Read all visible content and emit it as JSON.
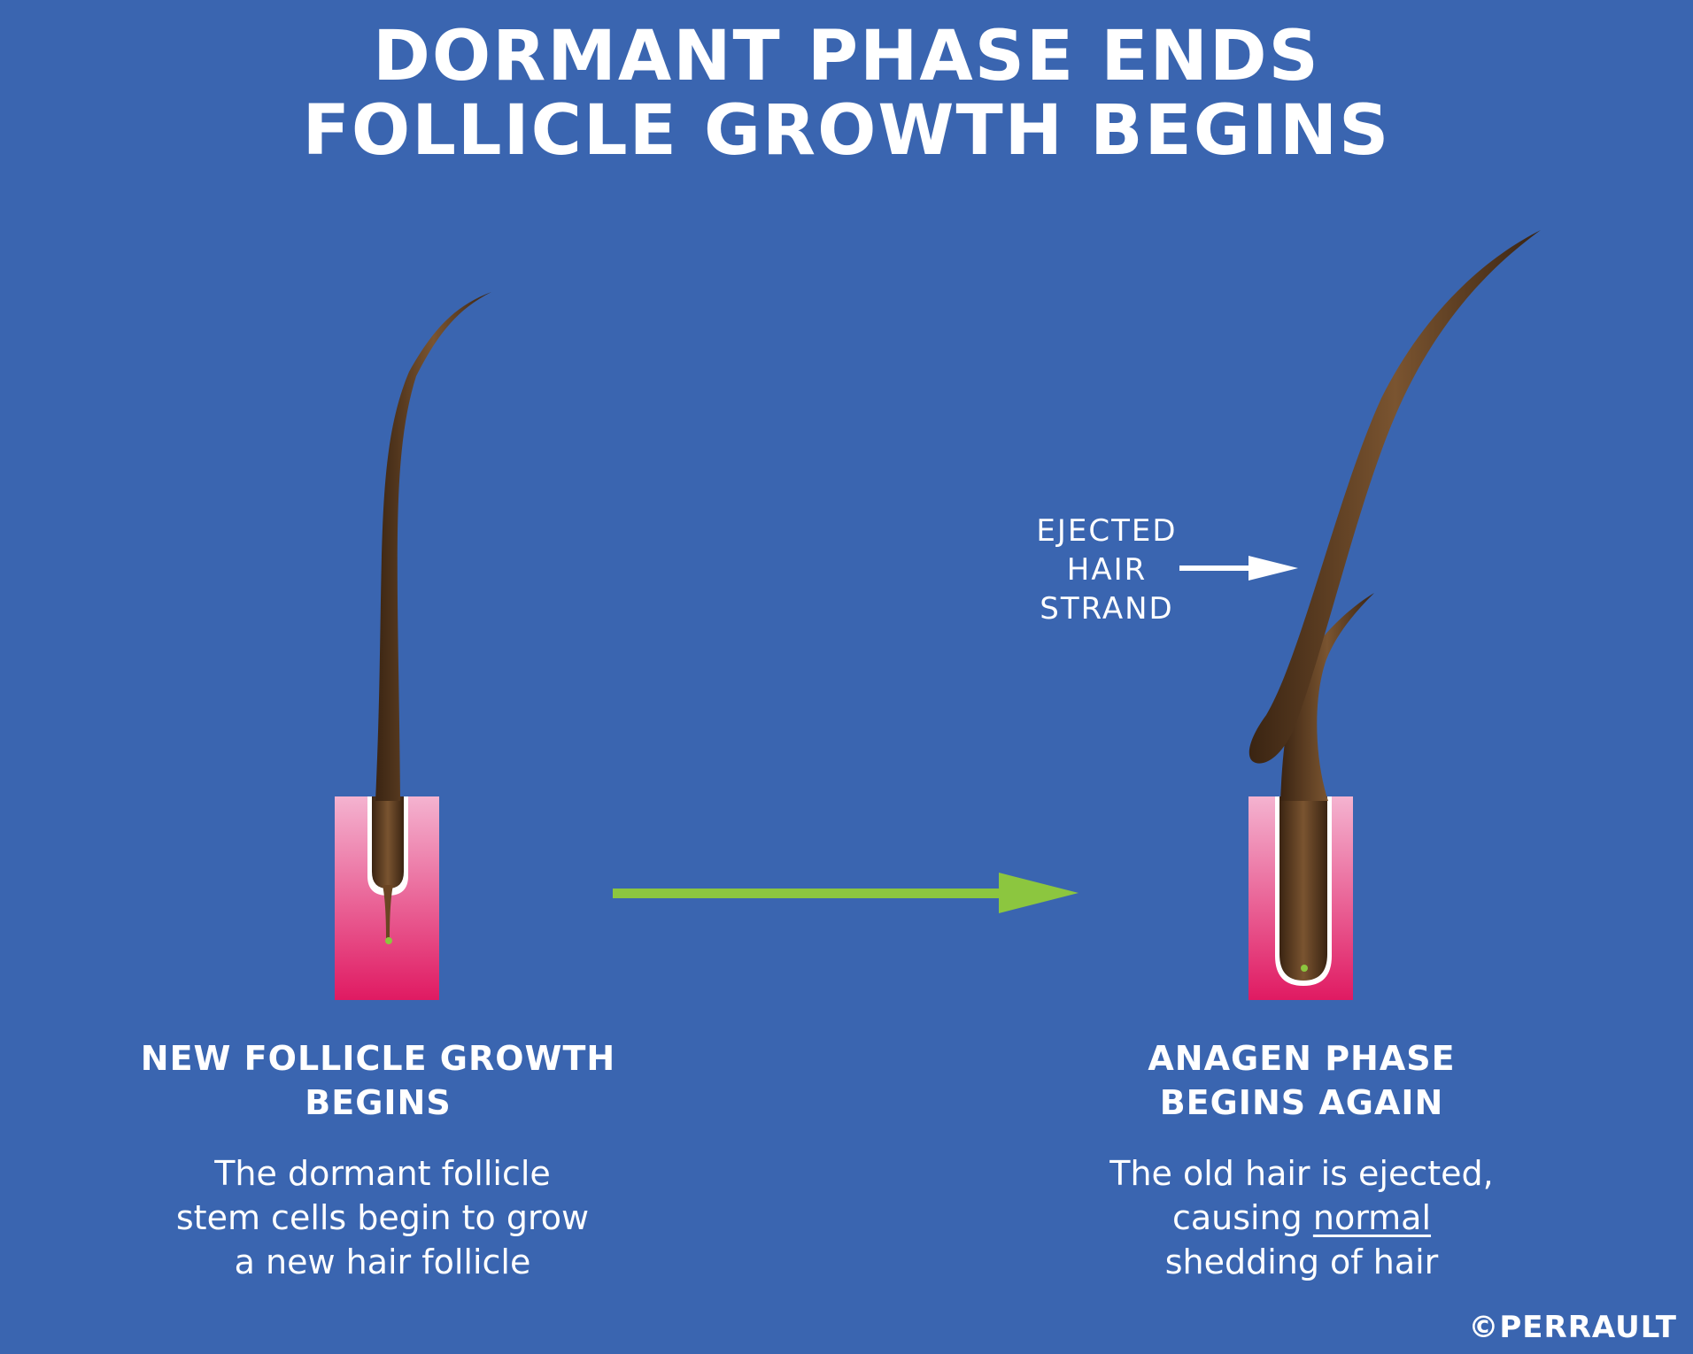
{
  "title": {
    "line1": "DORMANT PHASE ENDS",
    "line2": "FOLLICLE GROWTH BEGINS"
  },
  "left_panel": {
    "heading": [
      "NEW FOLLICLE GROWTH",
      "BEGINS"
    ],
    "description": [
      "The dormant follicle",
      "stem cells begin to grow",
      "a new hair follicle"
    ]
  },
  "right_panel": {
    "heading": [
      "ANAGEN PHASE",
      "BEGINS AGAIN"
    ],
    "description_line1": "The old hair is ejected,",
    "description_line2_prefix": "causing ",
    "description_line2_underlined": "normal",
    "description_line3": "shedding of hair"
  },
  "callout": {
    "lines": [
      "EJECTED",
      "HAIR",
      "STRAND"
    ]
  },
  "copyright": "©PERRAULT",
  "colors": {
    "background": "#3a65b0",
    "transition_arrow": "#8cc63f",
    "skin_top": "#f4b3d0",
    "skin_bottom": "#e01a62",
    "hair": "#5a3a1d",
    "bulb_dot": "#8cc63f",
    "text": "#ffffff"
  },
  "icons": {
    "transition": "right-arrow-icon",
    "callout": "pointer-arrow-icon"
  }
}
